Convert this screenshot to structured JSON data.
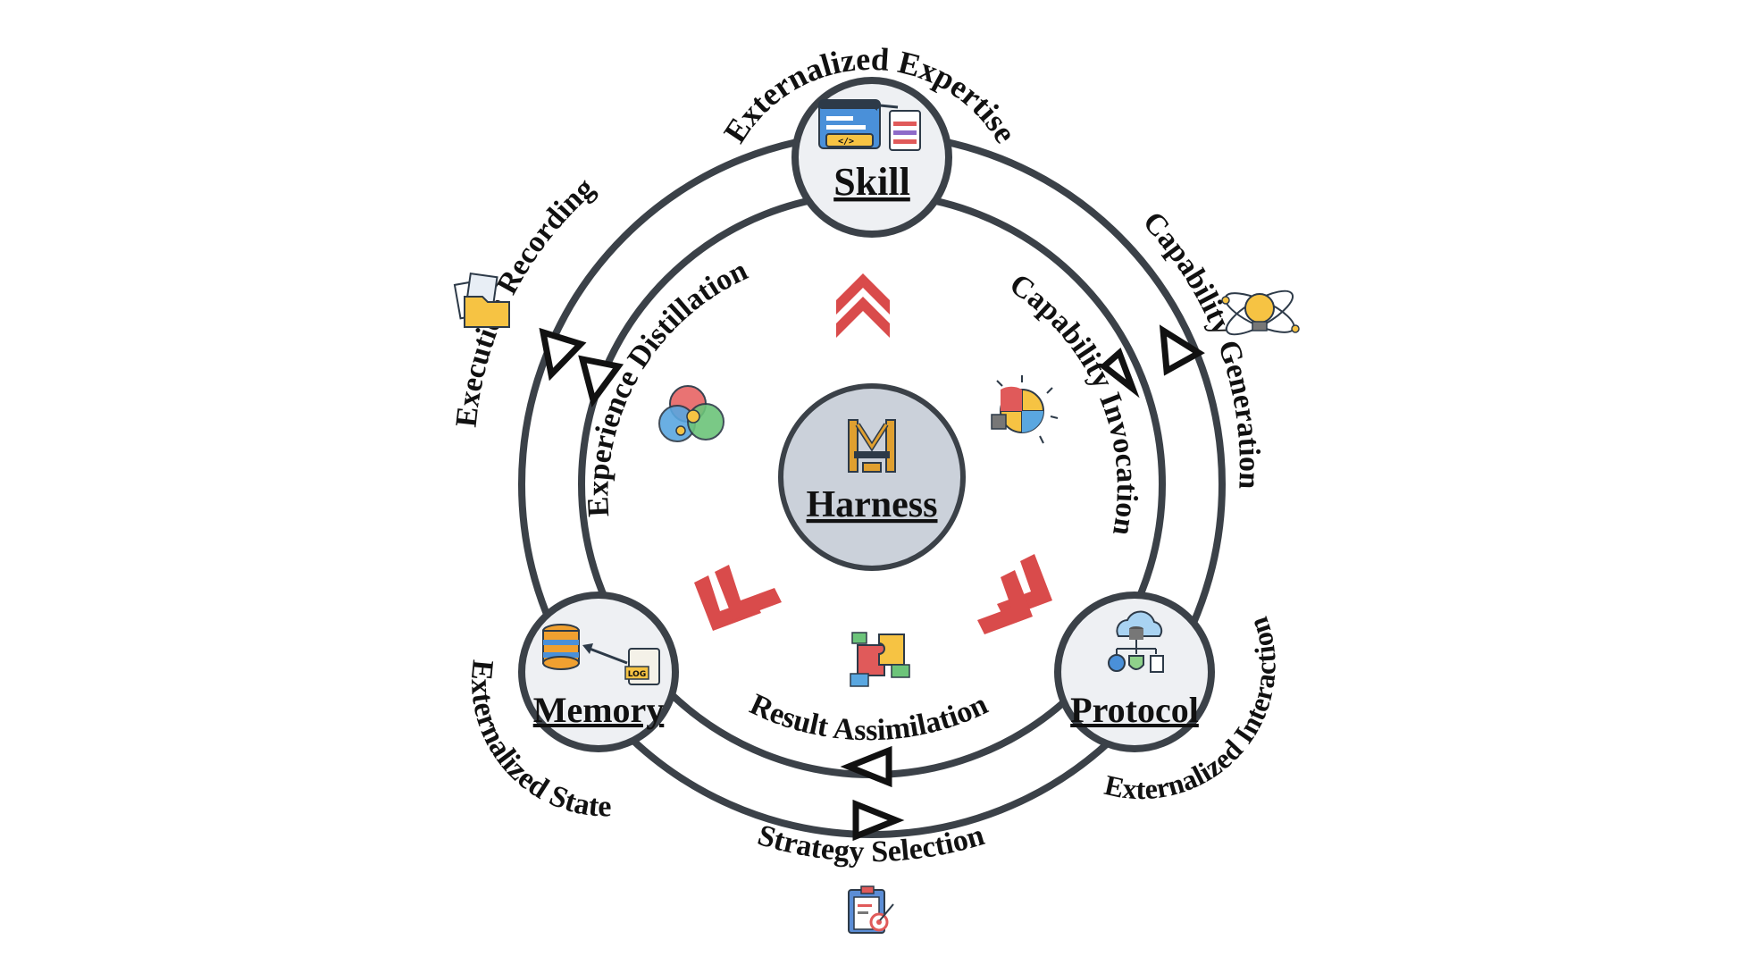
{
  "diagram": {
    "center": {
      "label": "Harness",
      "icon": "harness-icon"
    },
    "nodes": {
      "skill": {
        "label": "Skill",
        "icon": "skills-code-icon",
        "outer_label": "Externalized Expertise"
      },
      "memory": {
        "label": "Memory",
        "icon": "database-log-icon",
        "outer_label": "Externalized State"
      },
      "protocol": {
        "label": "Protocol",
        "icon": "cloud-network-icon",
        "outer_label": "Externalized Interaction"
      }
    },
    "outer_flows": {
      "execution_recording": {
        "label": "Execution Recording",
        "icon": "folder-documents-icon"
      },
      "capability_generation": {
        "label": "Capability Generation",
        "icon": "atom-bulb-icon"
      },
      "strategy_selection": {
        "label": "Strategy Selection",
        "icon": "clipboard-target-icon"
      }
    },
    "inner_flows": {
      "experience_distillation": {
        "label": "Experience Distillation",
        "icon": "venn-key-icon"
      },
      "capability_invocation": {
        "label": "Capability Invocation",
        "icon": "puzzle-bulb-icon"
      },
      "result_assimilation": {
        "label": "Result Assimilation",
        "icon": "puzzle-hands-icon"
      }
    },
    "colors": {
      "ring": "#3b4148",
      "node_fill": "#eef0f3",
      "center_fill": "#cbd1da",
      "chevron": "#d94b4b",
      "text": "#111111"
    }
  }
}
